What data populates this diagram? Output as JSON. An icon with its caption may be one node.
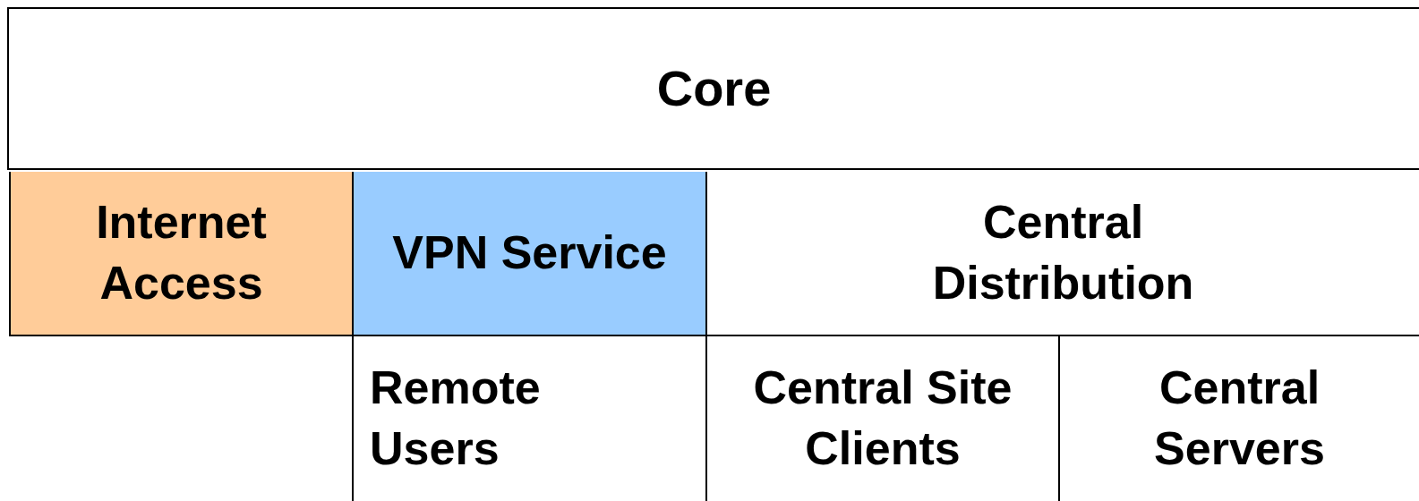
{
  "diagram": {
    "nodes": [
      {
        "text": [
          "Core"
        ]
      },
      {
        "text": [
          "Internet Access"
        ]
      },
      {
        "text": [
          "VPN Service"
        ]
      },
      {
        "text": [
          "Central Distribution"
        ]
      },
      {
        "text": [
          "Remote Users"
        ]
      },
      {
        "text": [
          "Central Site Clients"
        ]
      },
      {
        "text": [
          "Central Servers"
        ]
      }
    ]
  }
}
